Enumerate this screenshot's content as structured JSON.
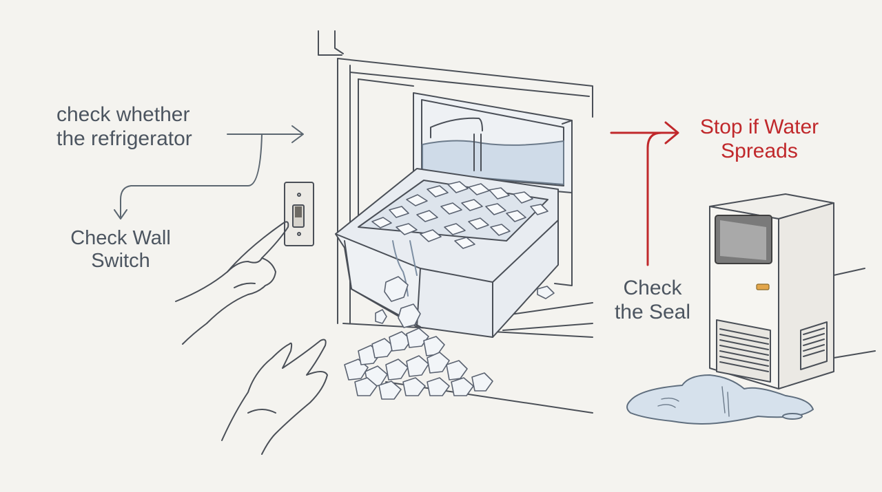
{
  "labels": {
    "check_refrigerator": [
      "check whether",
      "the refrigerator"
    ],
    "check_wall_switch": [
      "Check Wall",
      "Switch"
    ],
    "check_seal": [
      "Check",
      "the Seal"
    ],
    "stop_if_water": [
      "Stop if Water",
      "Spreads"
    ]
  },
  "colors": {
    "background": "#f4f3ef",
    "ink": "#4c5560",
    "alert_red": "#c0282b",
    "ice": "#dfe6ee",
    "water": "#c9d7e6"
  },
  "icons": [
    "wall-switch-icon",
    "ice-maker-icon",
    "ice-cube-icon",
    "water-puddle-icon",
    "hand-icon",
    "portable-ice-machine-icon"
  ]
}
